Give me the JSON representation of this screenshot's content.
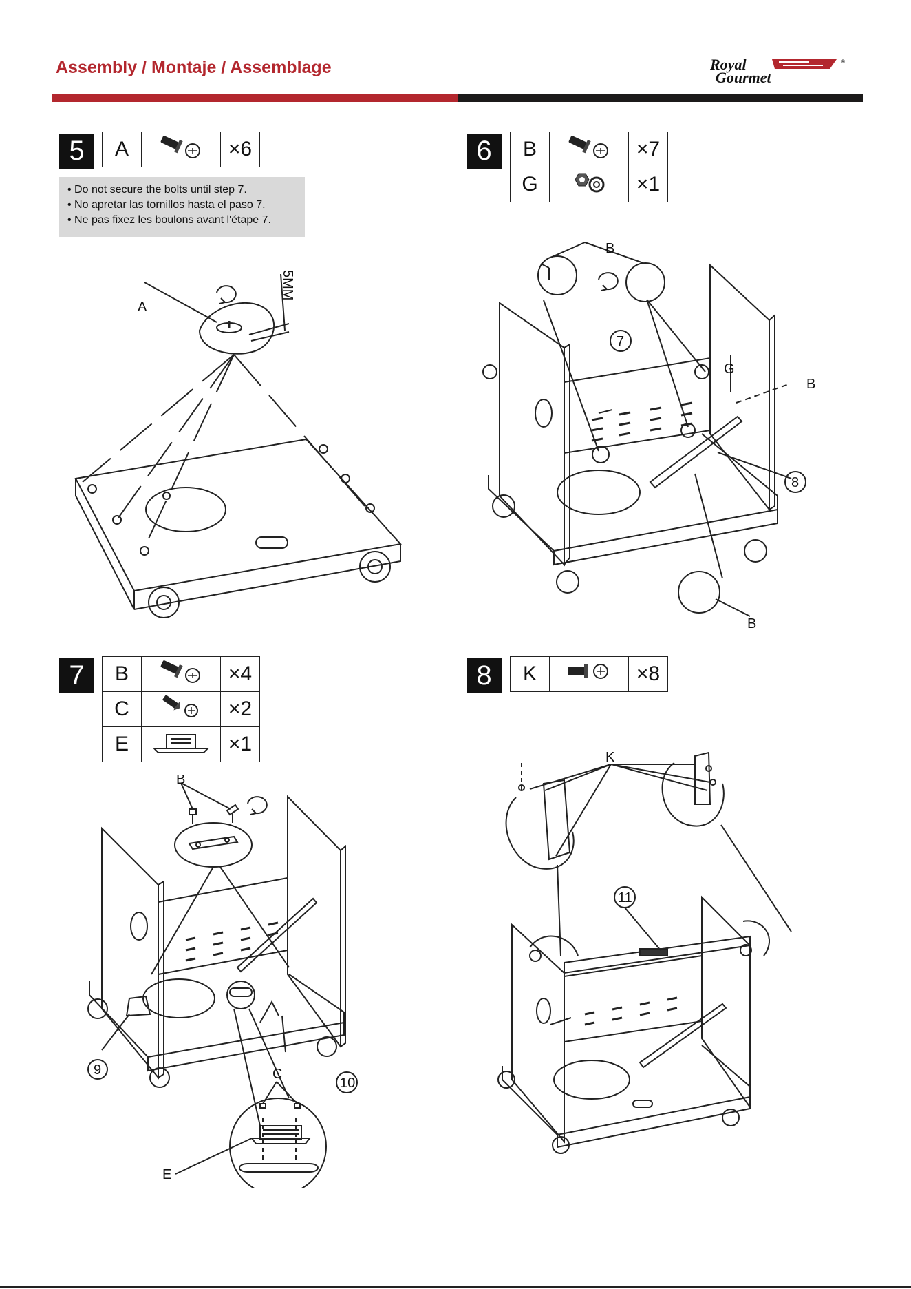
{
  "header": {
    "title": "Assembly / Montaje / Assemblage",
    "brand_line1": "Royal",
    "brand_line2": "Gourmet",
    "brand_mark": "®"
  },
  "colors": {
    "accent": "#b3272e",
    "dark_bar": "#1c1a1a",
    "note_bg": "#d9d9d9"
  },
  "steps": [
    {
      "number": "5",
      "parts": [
        {
          "letter": "A",
          "icon": "bolt-washer-icon",
          "qty": "×6"
        }
      ],
      "notes": [
        "Do not secure the bolts until step 7.",
        "No apretar las tornillos hasta el paso 7.",
        "Ne pas fixez les boulons avant l'étape 7."
      ],
      "labels": {
        "part": "A",
        "dimension": "5MM"
      }
    },
    {
      "number": "6",
      "parts": [
        {
          "letter": "B",
          "icon": "bolt-washer-icon",
          "qty": "×7"
        },
        {
          "letter": "G",
          "icon": "nut-washer-icon",
          "qty": "×1"
        }
      ],
      "labels": {
        "b_top": "B",
        "b_right": "B",
        "b_bottom": "B",
        "g": "G",
        "panel": "7",
        "brace": "8"
      }
    },
    {
      "number": "7",
      "parts": [
        {
          "letter": "B",
          "icon": "bolt-washer-icon",
          "qty": "×4"
        },
        {
          "letter": "C",
          "icon": "screw-washer-icon",
          "qty": "×2"
        },
        {
          "letter": "E",
          "icon": "magnet-catch-icon",
          "qty": "×1"
        }
      ],
      "labels": {
        "b": "B",
        "c": "C",
        "e": "E",
        "left_part": "9",
        "right_part": "10"
      }
    },
    {
      "number": "8",
      "parts": [
        {
          "letter": "K",
          "icon": "bolt-washer-icon",
          "qty": "×8"
        }
      ],
      "labels": {
        "k": "K",
        "rail": "11"
      }
    }
  ]
}
